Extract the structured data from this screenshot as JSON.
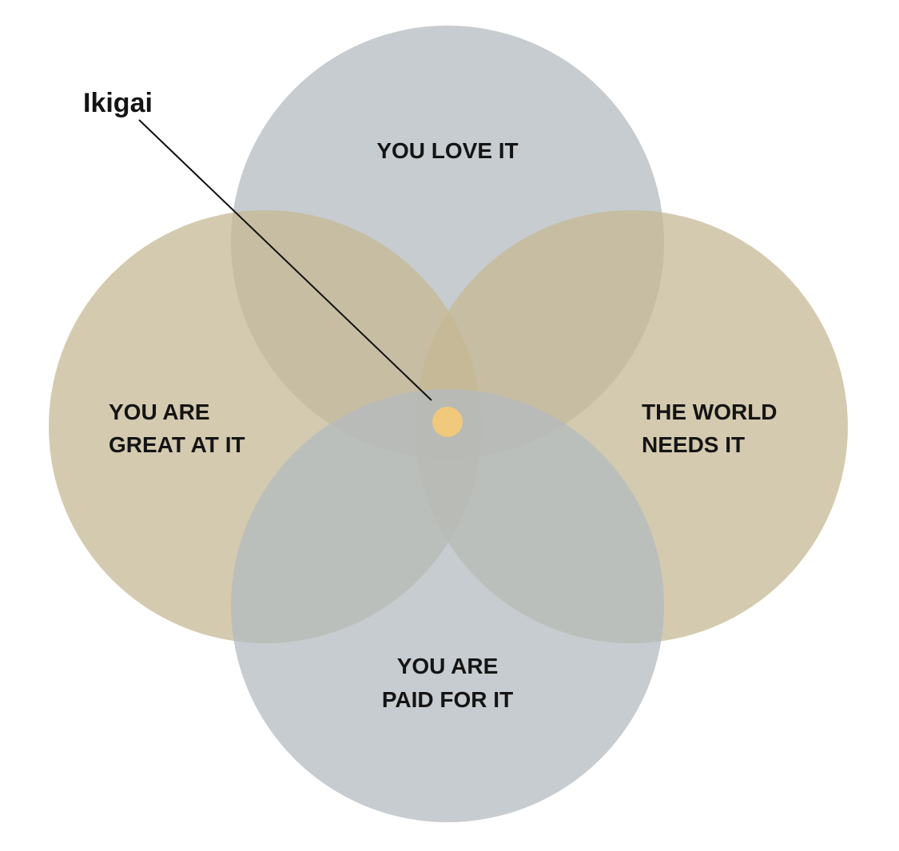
{
  "diagram": {
    "callout": {
      "label": "Ikigai"
    },
    "circles": {
      "top": {
        "line1": "YOU LOVE IT",
        "color": "#b3bbbf"
      },
      "left": {
        "line1": "YOU ARE",
        "line2": "GREAT AT IT",
        "color": "#c6b894"
      },
      "right": {
        "line1": "THE WORLD",
        "line2": "NEEDS IT",
        "color": "#c6b894"
      },
      "bottom": {
        "line1": "YOU ARE",
        "line2": "PAID FOR IT",
        "color": "#b3bbbf"
      }
    },
    "center_dot_color": "#f0c97c",
    "callout_line_color": "#111111"
  }
}
